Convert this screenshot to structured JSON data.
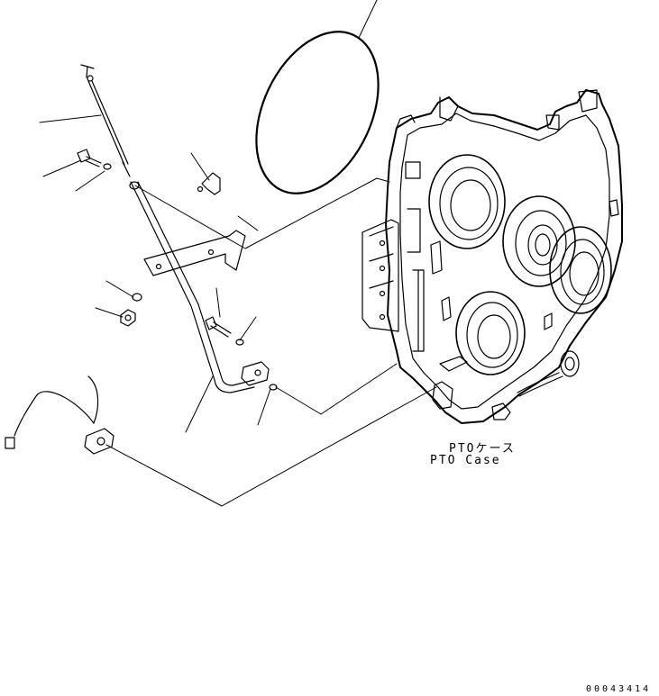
{
  "labels": {
    "pto_case_jp": "PTOケース",
    "pto_case_en": "PTO Case"
  },
  "document_code": "00043414",
  "colors": {
    "line": "#000000",
    "background": "#ffffff"
  }
}
